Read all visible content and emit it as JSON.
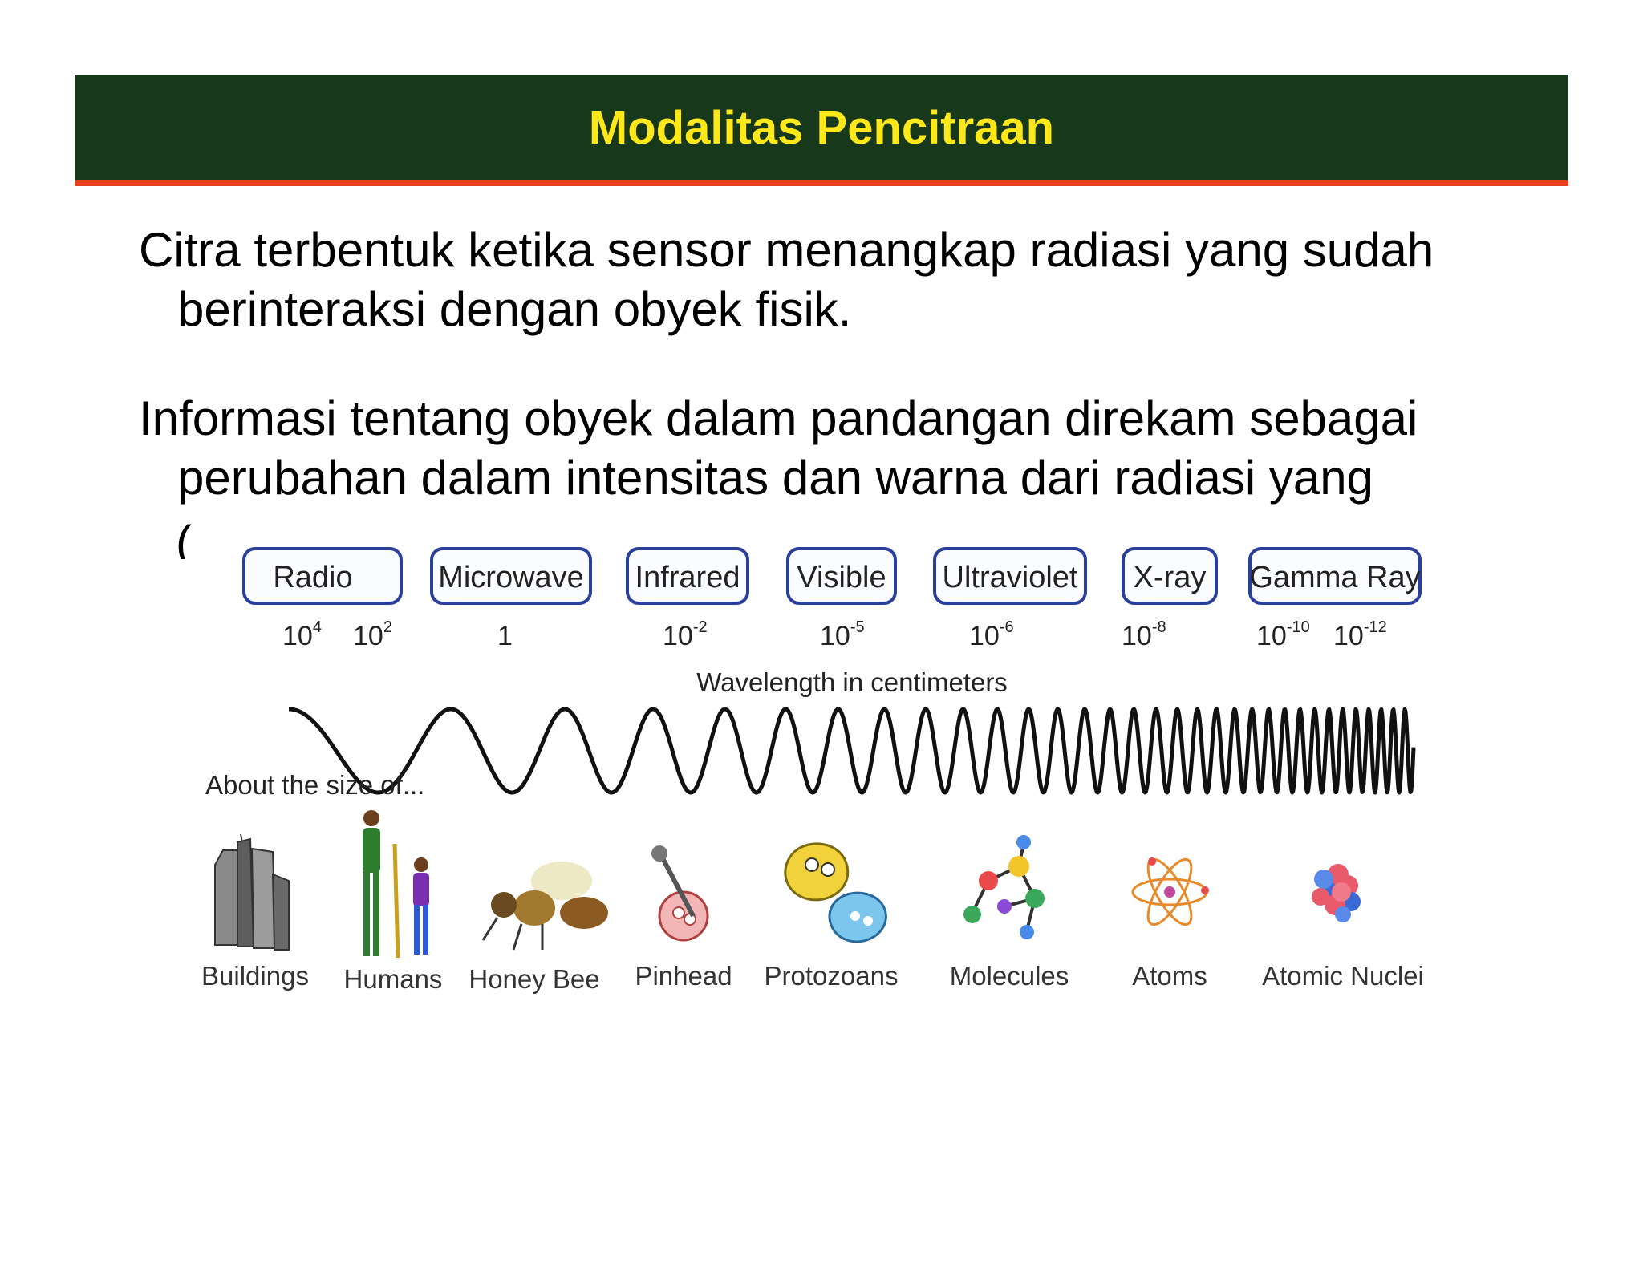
{
  "slide": {
    "title": "Modalitas Pencitraan",
    "paragraphs": [
      {
        "line1": "Citra terbentuk ketika sensor menangkap radiasi yang sudah",
        "line2": "berinteraksi dengan obyek fisik."
      },
      {
        "line1": "Informasi tentang obyek dalam pandangan direkam sebagai",
        "line2": "perubahan dalam intensitas dan warna dari radiasi yang"
      }
    ],
    "clipped_text": "("
  },
  "spectrum": {
    "bands": [
      "Radio",
      "Microwave",
      "Infrared",
      "Visible",
      "Ultraviolet",
      "X-ray",
      "Gamma Ray"
    ],
    "ticks": [
      {
        "base": "10",
        "exp": "4"
      },
      {
        "base": "10",
        "exp": "2"
      },
      {
        "base": "1",
        "exp": ""
      },
      {
        "base": "10",
        "exp": "-2"
      },
      {
        "base": "10",
        "exp": "-5"
      },
      {
        "base": "10",
        "exp": "-6"
      },
      {
        "base": "10",
        "exp": "-8"
      },
      {
        "base": "10",
        "exp": "-10"
      },
      {
        "base": "10",
        "exp": "-12"
      }
    ],
    "axis_caption": "Wavelength in centimeters",
    "size_caption": "About the size of...",
    "objects": [
      "Buildings",
      "Humans",
      "Honey Bee",
      "Pinhead",
      "Protozoans",
      "Molecules",
      "Atoms",
      "Atomic Nuclei"
    ],
    "icons": [
      "buildings-icon",
      "humans-icon",
      "honey-bee-icon",
      "pinhead-icon",
      "protozoans-icon",
      "molecules-icon",
      "atoms-icon",
      "atomic-nuclei-icon"
    ],
    "colors": {
      "box_border": "#2a3f9a",
      "wave": "#111111"
    }
  },
  "colors": {
    "title_bar": "#17381a",
    "title_text": "#ffe81a",
    "title_rule": "#e3401a"
  }
}
